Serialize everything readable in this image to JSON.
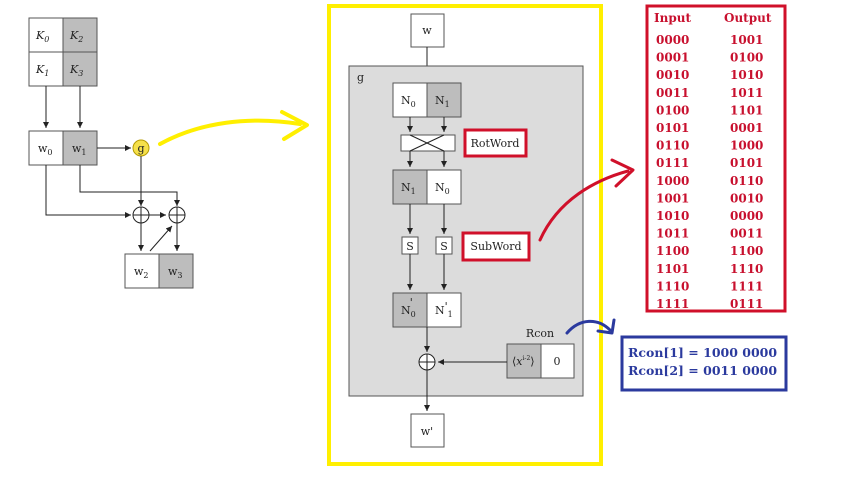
{
  "key_schedule": {
    "k0_main": "K",
    "k0_sub": "0",
    "k2_main": "K",
    "k2_sub": "2",
    "k1_main": "K",
    "k1_sub": "1",
    "k3_main": "K",
    "k3_sub": "3",
    "w0_main": "w",
    "w0_sub": "0",
    "w1_main": "w",
    "w1_sub": "1",
    "w2_main": "w",
    "w2_sub": "2",
    "w3_main": "w",
    "w3_sub": "3",
    "g_label": "g"
  },
  "g_function": {
    "input_label": "w",
    "g_label": "g",
    "n0_main": "N",
    "n0_sub": "0",
    "n1_main": "N",
    "n1_sub": "1",
    "rotword_label": "RotWord",
    "s_label": "S",
    "subword_label": "SubWord",
    "n0p_main": "N",
    "n0p_sub": "0",
    "n1p_main": "N",
    "n1p_sub": "1",
    "rcon_label": "Rcon",
    "rcon_xi": "x",
    "rcon_exp": "i-2",
    "rcon_zero": "0",
    "output_label": "w'",
    "colors": {
      "frame": "#ffef00",
      "panel": "#dcdcdc",
      "shaded": "#bdbdbd"
    }
  },
  "sbox_table": {
    "header_input": "Input",
    "header_output": "Output",
    "rows": [
      {
        "in": "0000",
        "out": "1001"
      },
      {
        "in": "0001",
        "out": "0100"
      },
      {
        "in": "0010",
        "out": "1010"
      },
      {
        "in": "0011",
        "out": "1011"
      },
      {
        "in": "0100",
        "out": "1101"
      },
      {
        "in": "0101",
        "out": "0001"
      },
      {
        "in": "0110",
        "out": "1000"
      },
      {
        "in": "0111",
        "out": "0101"
      },
      {
        "in": "1000",
        "out": "0110"
      },
      {
        "in": "1001",
        "out": "0010"
      },
      {
        "in": "1010",
        "out": "0000"
      },
      {
        "in": "1011",
        "out": "0011"
      },
      {
        "in": "1100",
        "out": "1100"
      },
      {
        "in": "1101",
        "out": "1110"
      },
      {
        "in": "1110",
        "out": "1111"
      },
      {
        "in": "1111",
        "out": "0111"
      }
    ],
    "color": "#c8102e"
  },
  "rcon_box": {
    "line1": "Rcon[1] = 1000 0000",
    "line2": "Rcon[2] = 0011 0000",
    "color": "#2b3a9e"
  },
  "arrow_colors": {
    "yellow": "#ffef00",
    "red": "#d0102a",
    "blue": "#2b3a9e"
  }
}
